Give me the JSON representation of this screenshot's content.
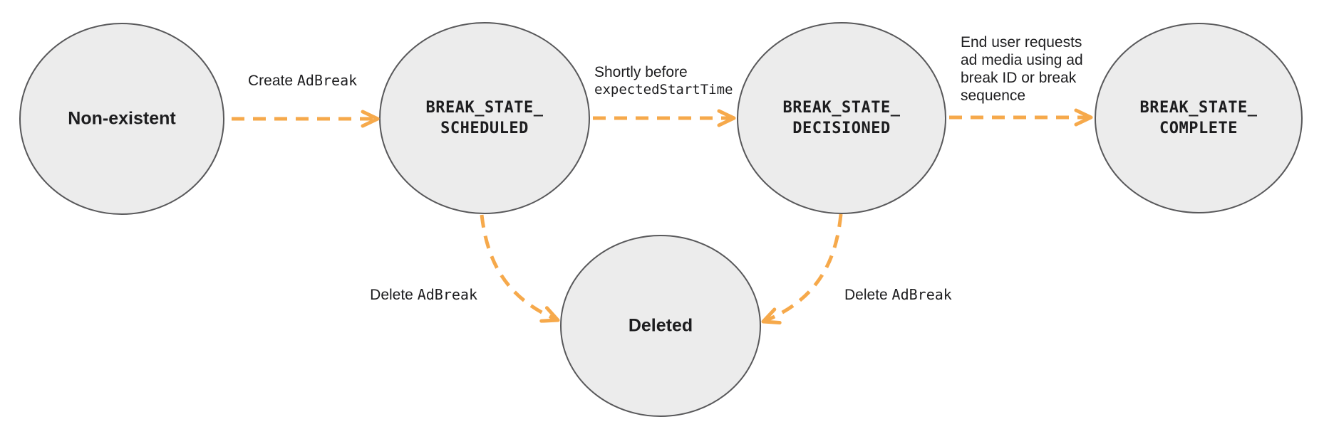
{
  "diagram": {
    "type": "state-transition-diagram",
    "colors": {
      "circle_fill": "#ECECEC",
      "circle_stroke": "#58585A",
      "arrow": "#F6A94B",
      "text": "#1D1D1F"
    },
    "states": {
      "non_existent": {
        "label": "Non-existent"
      },
      "scheduled": {
        "line1": "BREAK_STATE_",
        "line2": "SCHEDULED"
      },
      "decisioned": {
        "line1": "BREAK_STATE_",
        "line2": "DECISIONED"
      },
      "complete": {
        "line1": "BREAK_STATE_",
        "line2": "COMPLETE"
      },
      "deleted": {
        "label": "Deleted"
      }
    },
    "transitions": {
      "create": {
        "sans": "Create ",
        "mono": "AdBreak"
      },
      "shortly": {
        "line1_sans": "Shortly before",
        "line2_mono": "expectedStartTime"
      },
      "end_user": {
        "sans": "End user requests ad media using ad break ID or break sequence"
      },
      "delete_left": {
        "sans": "Delete ",
        "mono": "AdBreak"
      },
      "delete_right": {
        "sans": "Delete ",
        "mono": "AdBreak"
      }
    }
  }
}
